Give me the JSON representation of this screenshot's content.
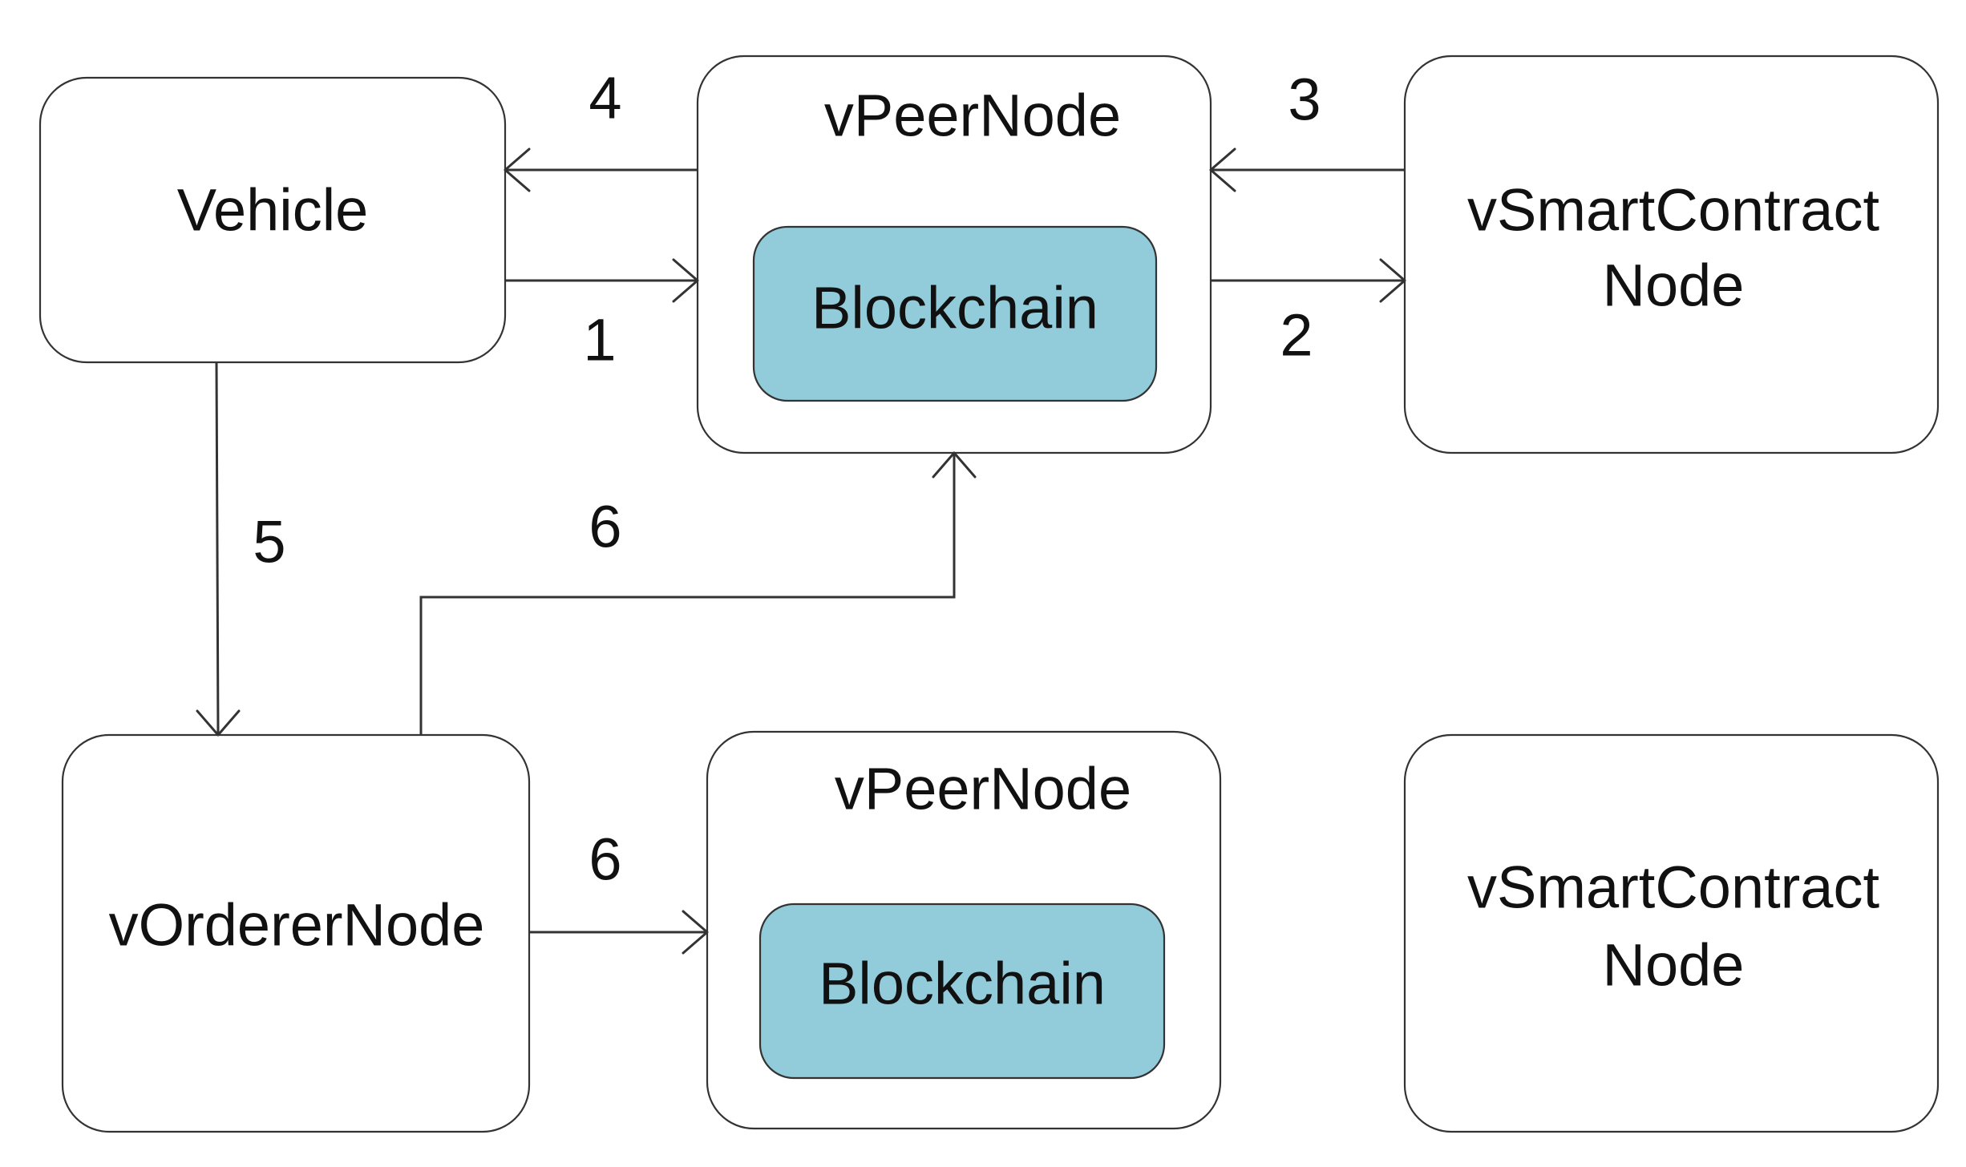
{
  "nodes": {
    "vehicle": {
      "label": "Vehicle"
    },
    "peer_top": {
      "label": "vPeerNode",
      "inner_label": "Blockchain"
    },
    "smart_top": {
      "line1": "vSmartContract",
      "line2": "Node"
    },
    "orderer": {
      "label": "vOrdererNode"
    },
    "peer_bottom": {
      "label": "vPeerNode",
      "inner_label": "Blockchain"
    },
    "smart_bottom": {
      "line1": "vSmartContract",
      "line2": "Node"
    }
  },
  "edges": [
    {
      "id": "e1",
      "from": "Vehicle",
      "to": "vPeerNode",
      "label": "1"
    },
    {
      "id": "e2",
      "from": "vPeerNode",
      "to": "vSmartContract Node",
      "label": "2"
    },
    {
      "id": "e3",
      "from": "vSmartContract Node",
      "to": "vPeerNode",
      "label": "3"
    },
    {
      "id": "e4",
      "from": "vPeerNode",
      "to": "Vehicle",
      "label": "4"
    },
    {
      "id": "e5",
      "from": "Vehicle",
      "to": "vOrdererNode",
      "label": "5"
    },
    {
      "id": "e6a",
      "from": "vOrdererNode",
      "to": "vPeerNode",
      "label": "6"
    },
    {
      "id": "e6b",
      "from": "vOrdererNode",
      "to": "vPeerNode",
      "label": "6"
    }
  ],
  "colors": {
    "blockchain_fill": "#92CBD9",
    "stroke": "#333333",
    "background": "#ffffff"
  }
}
